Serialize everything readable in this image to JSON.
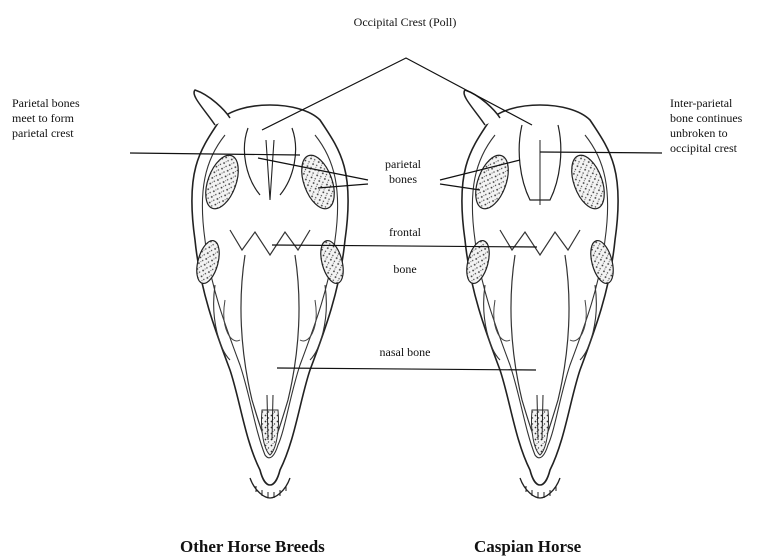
{
  "labels": {
    "occipital_crest": "Occipital Crest (Poll)",
    "parietal_left": "Parietal bones\nmeet to form\nparietal crest",
    "parietal_right": "Inter-parietal\nbone continues\nunbroken to\noccipital crest",
    "parietal_bones": "parietal\nbones",
    "frontal": "frontal",
    "bone": "bone",
    "nasal_bone": "nasal bone"
  },
  "captions": {
    "left": "Other Horse Breeds",
    "right": "Caspian Horse"
  }
}
